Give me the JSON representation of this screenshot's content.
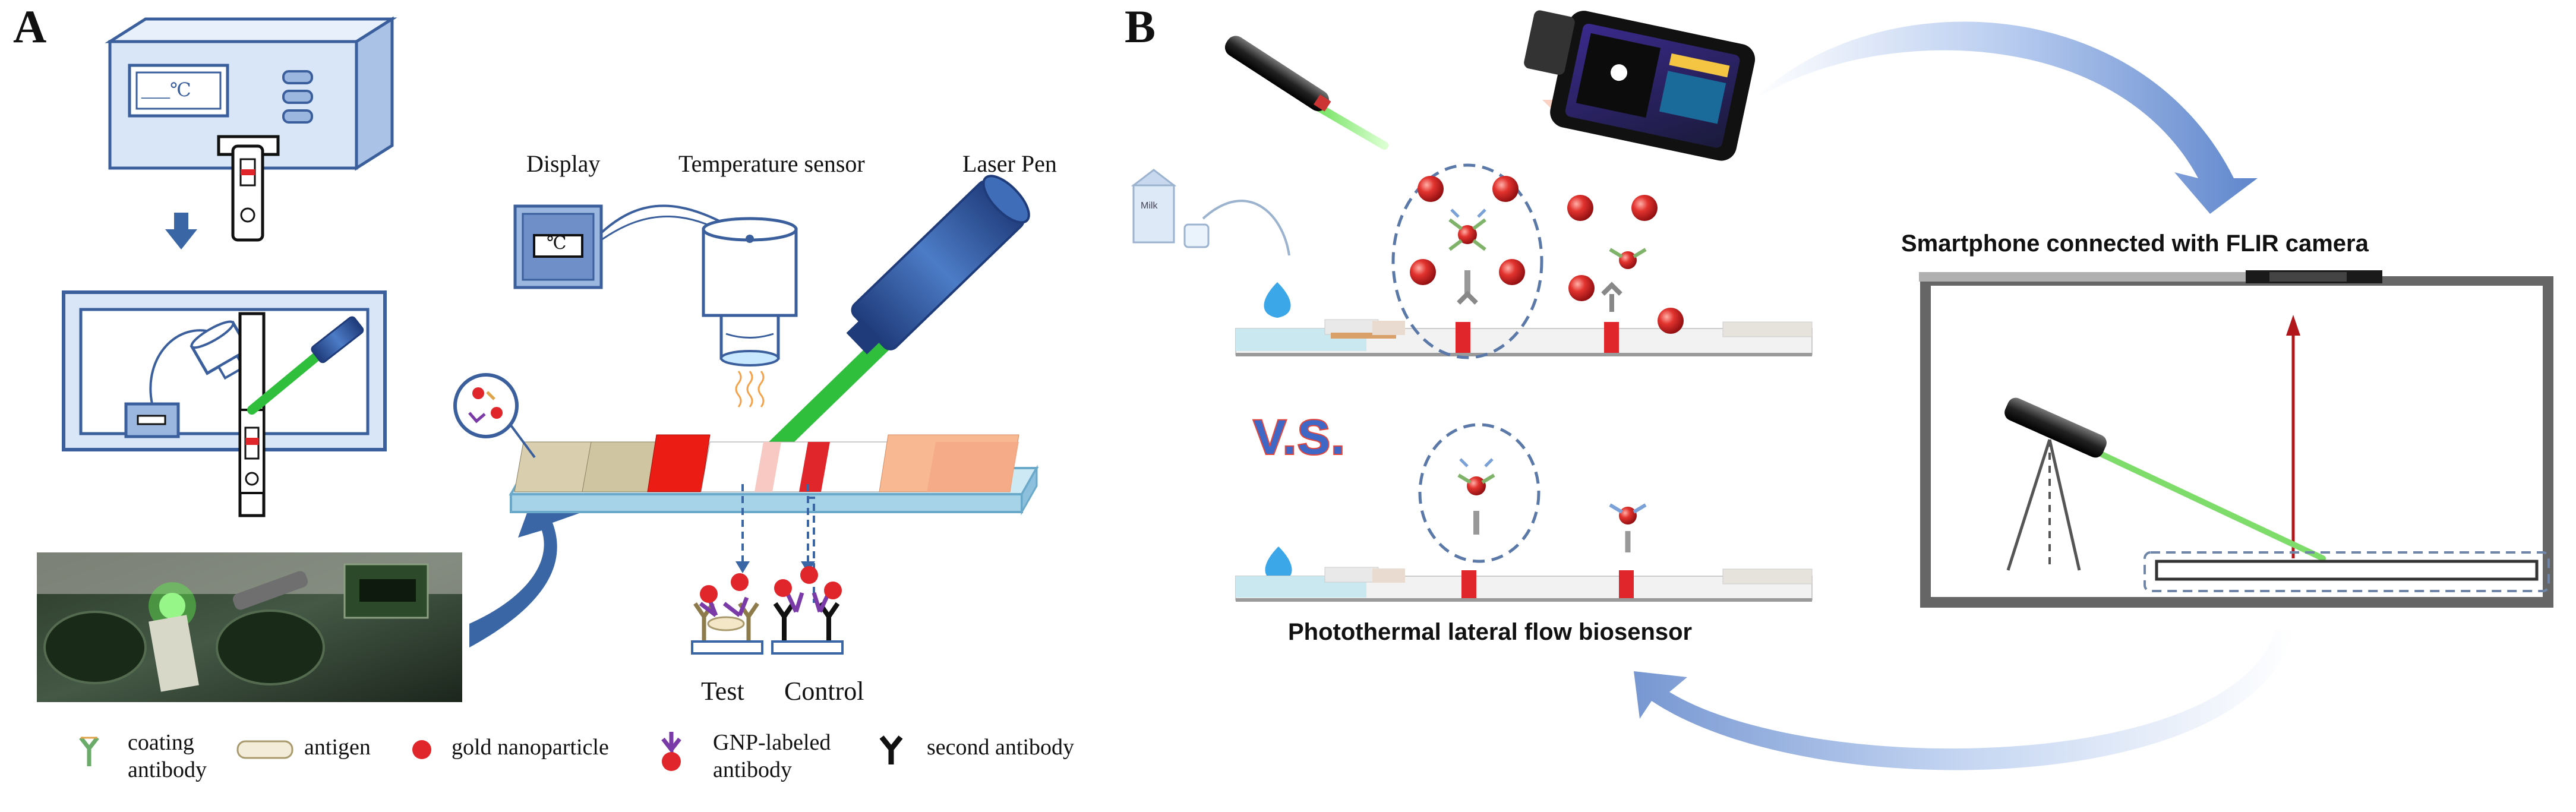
{
  "panel_a": {
    "letter": "A",
    "device_display_text": "___℃",
    "display_label": "Display",
    "display_readout": "℃",
    "temp_sensor_label": "Temperature sensor",
    "laser_pen_label": "Laser Pen",
    "test_label": "Test",
    "control_label": "Control",
    "legend": {
      "coating_antibody": "coating\nantibody",
      "antigen": "antigen",
      "gold_nanoparticle": "gold nanoparticle",
      "gnp_labeled_antibody": "GNP-labeled\nantibody",
      "second_antibody": "second antibody"
    }
  },
  "panel_b": {
    "letter": "B",
    "milk_label": "Milk",
    "vs_label": "V.S.",
    "biosensor_label": "Photothermal lateral flow biosensor",
    "smartphone_label": "Smartphone connected with FLIR camera"
  },
  "colors": {
    "device_blue": "#d8e6f7",
    "device_outline": "#3a5f9c",
    "laser_green": "#2fbf3c",
    "gold_red": "#e0262a",
    "arrow_blue": "#3b66a6"
  }
}
